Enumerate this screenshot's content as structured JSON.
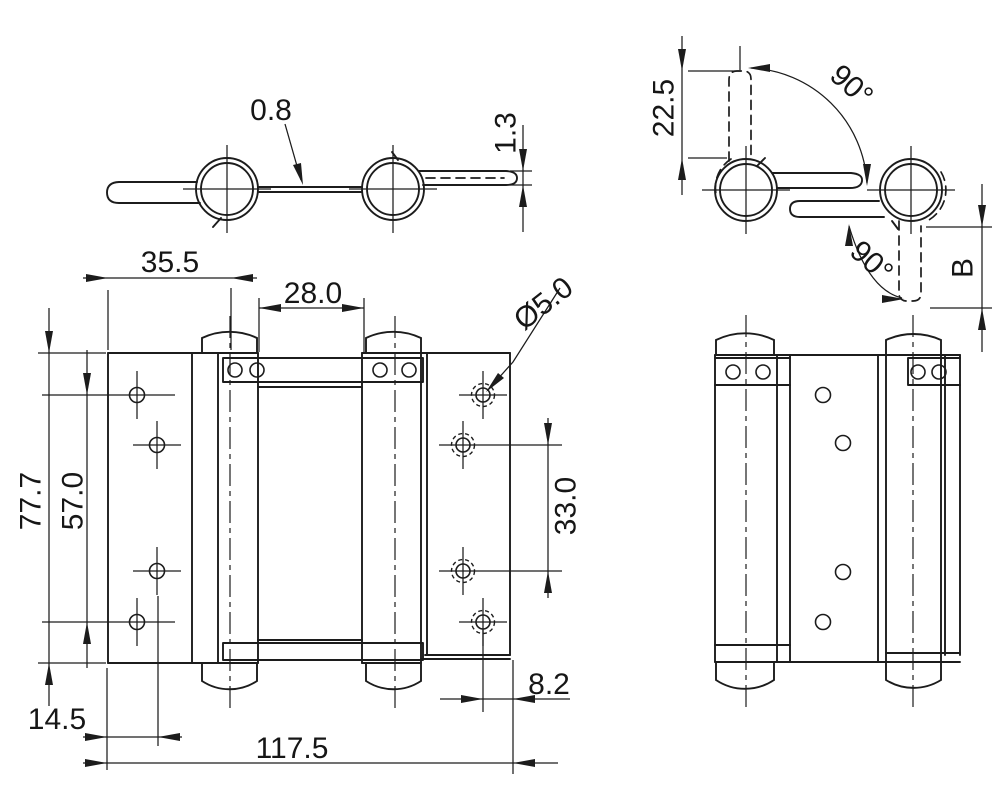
{
  "drawing": {
    "labels": {
      "web_thickness": "0.8",
      "leaf_thickness": "1.3",
      "leaf_width": "35.5",
      "barrel_clear_span": "28.0",
      "rotated_leaf_height": "22.5",
      "swing_angle_upper": "90°",
      "swing_angle_lower": "90°",
      "projection": "B",
      "hole_diameter": "Ø5.0",
      "leaf_height": "77.7",
      "hole_span_outer": "57.0",
      "hole_span_right": "33.0",
      "edge_to_hole_left": "14.5",
      "overall_width": "117.5",
      "edge_to_hole_right": "8.2"
    },
    "colors": {
      "line": "#1c1c1c",
      "background": "#ffffff"
    }
  }
}
